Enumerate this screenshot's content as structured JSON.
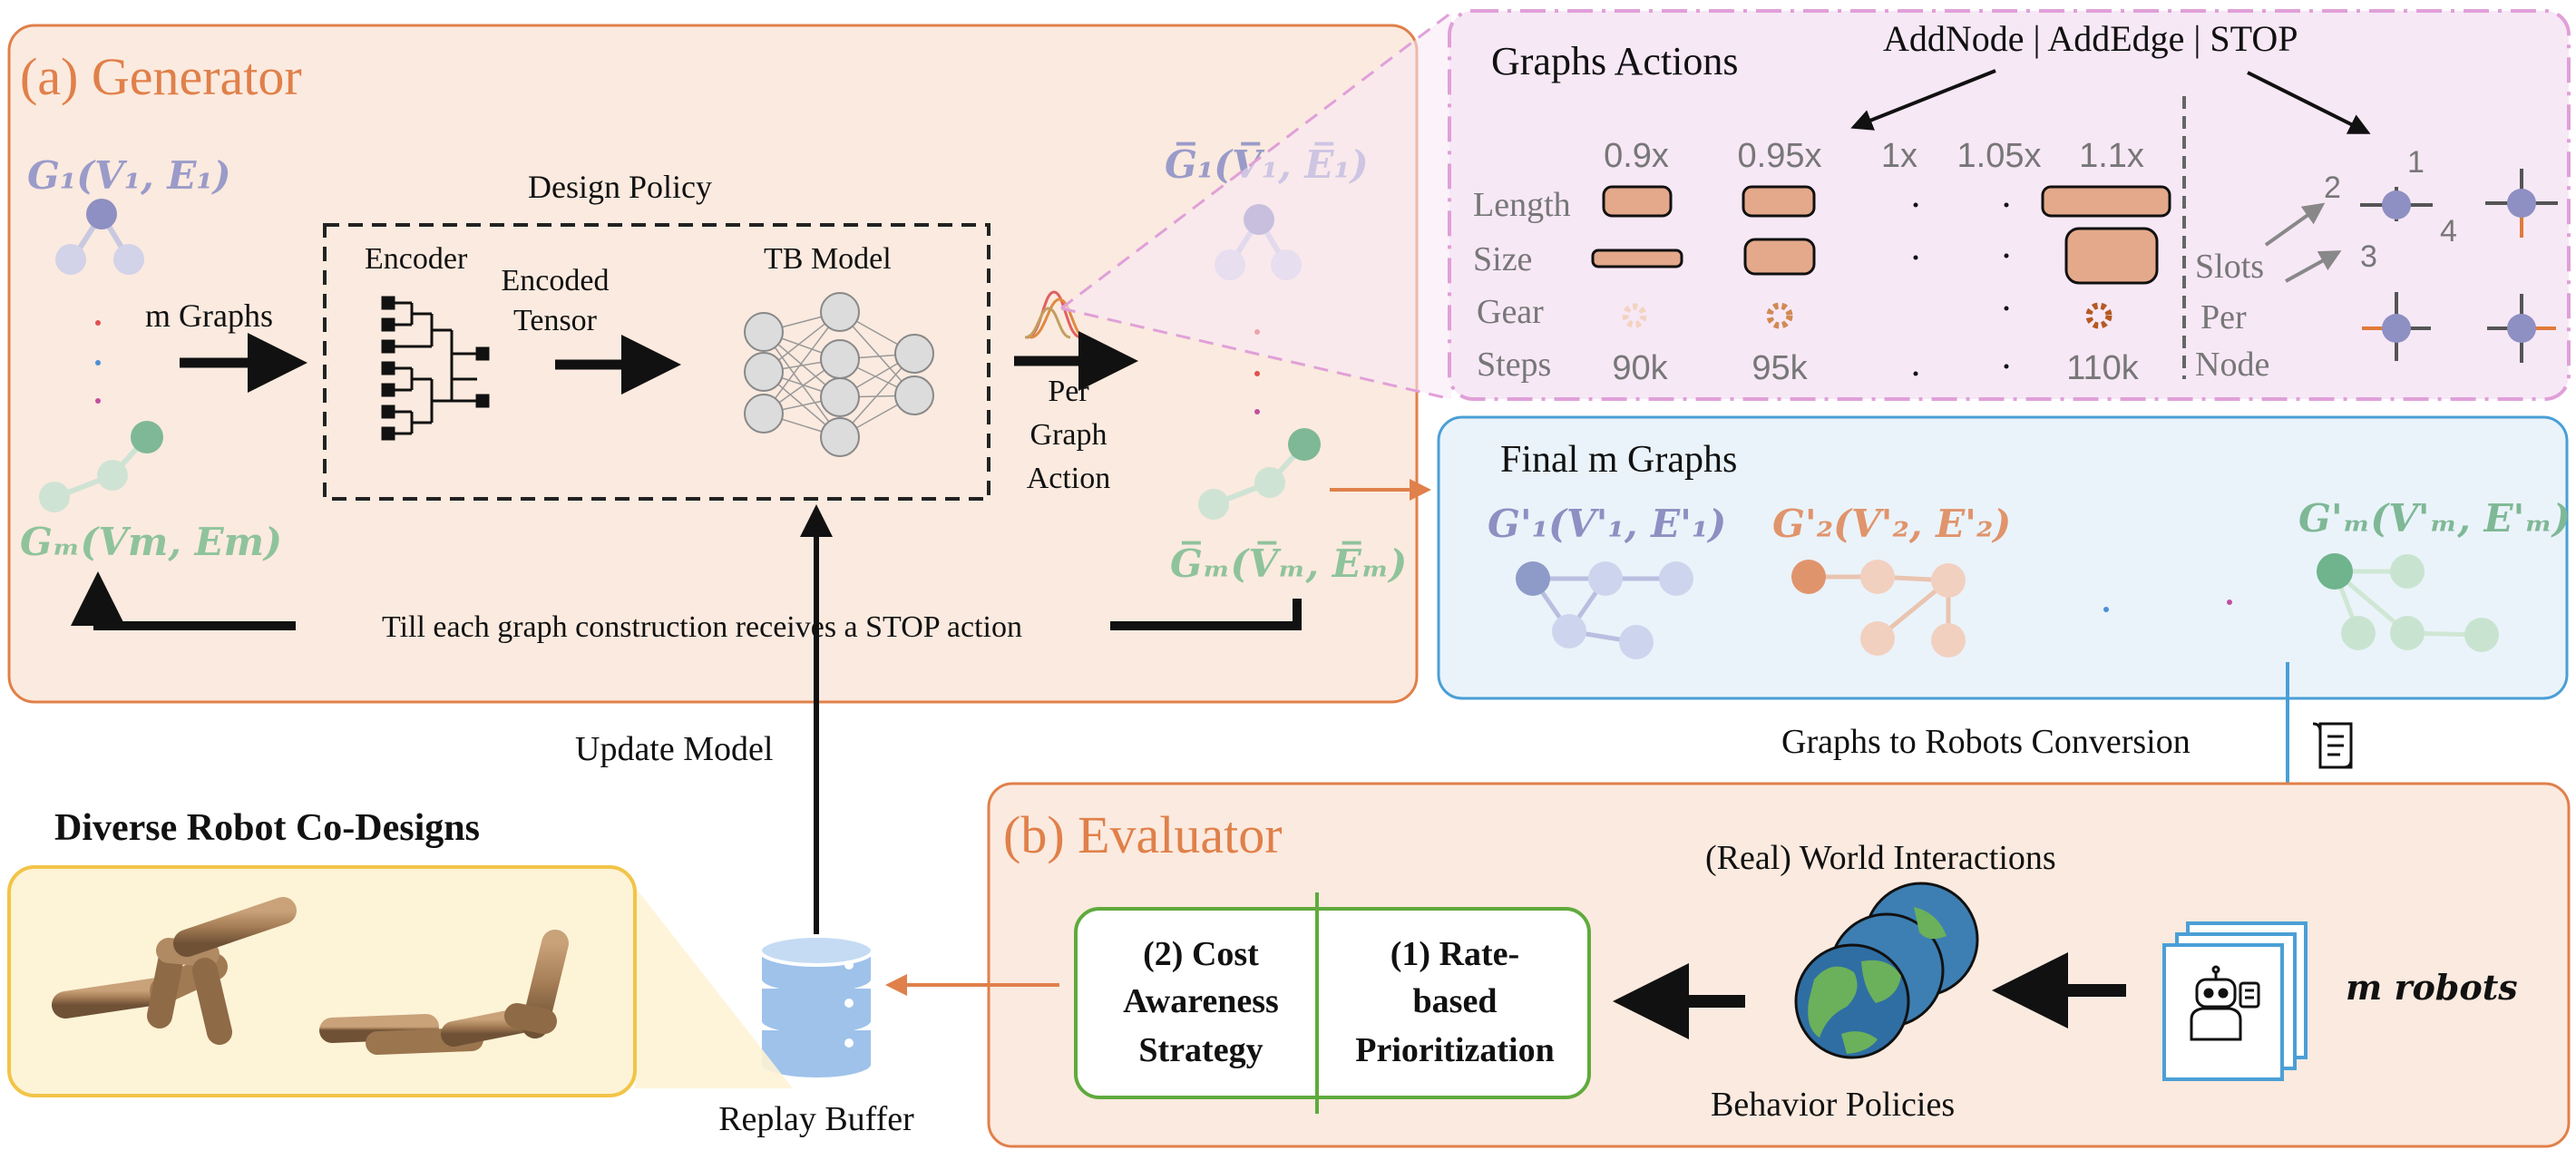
{
  "generator": {
    "title": "(a) Generator",
    "input_graphs": {
      "first": "G₁(V₁, E₁)",
      "last": "Gₘ(Vm, Em)"
    },
    "m_graphs_label": "m Graphs",
    "design_policy": {
      "title": "Design Policy",
      "encoder": "Encoder",
      "encoded_tensor_line1": "Encoded",
      "encoded_tensor_line2": "Tensor",
      "tb_model": "TB Model"
    },
    "per_graph_action": [
      "Per",
      "Graph",
      "Action"
    ],
    "output_graphs": {
      "first": "G̅₁(V̅₁, E̅₁)",
      "last": "G̅ₘ(V̅ₘ, E̅ₘ)"
    },
    "loop_text": "Till each graph construction receives a STOP action"
  },
  "graph_actions": {
    "title": "Graphs Actions",
    "actions_header": "AddNode | AddEdge | STOP",
    "scales": [
      "0.9x",
      "0.95x",
      "1x",
      "1.05x",
      "1.1x"
    ],
    "rows": [
      "Length",
      "Size",
      "Gear",
      "Steps"
    ],
    "steps_values": [
      "90k",
      "95k",
      "110k"
    ],
    "slots_label": [
      "Slots",
      "Per",
      "Node"
    ],
    "slot_numbers": [
      "2",
      "1",
      "3",
      "4"
    ]
  },
  "final_graphs": {
    "title": "Final m Graphs",
    "labels": [
      "G'₁(V'₁, E'₁)",
      "G'₂(V'₂, E'₂)",
      "G'ₘ(V'ₘ, E'ₘ)"
    ]
  },
  "conversion_label": "Graphs to Robots Conversion",
  "update_model_label": "Update Model",
  "evaluator": {
    "title": "(b) Evaluator",
    "world_interactions": "(Real) World Interactions",
    "behavior_policies": "Behavior Policies",
    "m_robots": "m robots",
    "strategy_left": [
      "(2) Cost",
      "Awareness",
      "Strategy"
    ],
    "strategy_right": [
      "(1) Rate-",
      "based",
      "Prioritization"
    ]
  },
  "replay_buffer": "Replay Buffer",
  "diverse_designs": "Diverse Robot Co-Designs",
  "colors": {
    "orange_border": "#e0804a",
    "peach_fill": "#fbeadf",
    "blue_border": "#4a9fd6",
    "blue_fill": "#eaf3fa",
    "pink_border": "#e0a0d8",
    "pink_fill": "#f7e8f6",
    "green_border": "#5faa3d",
    "yellow_border": "#f2c447",
    "yellow_fill": "#fdf3d6",
    "graph_purple": "#8e8fc2",
    "graph_green": "#7fb896",
    "graph_orange": "#e0946c"
  }
}
